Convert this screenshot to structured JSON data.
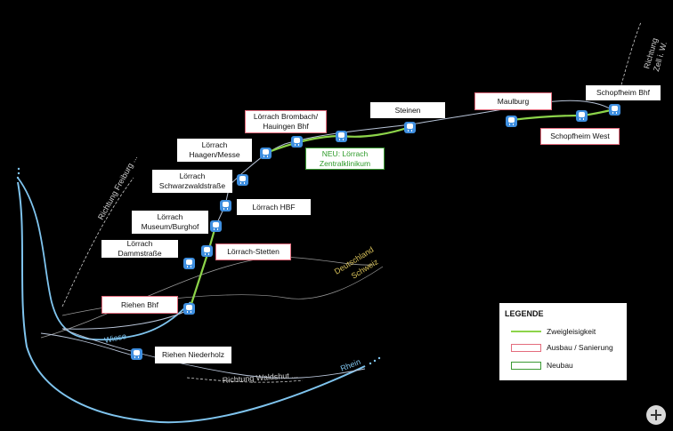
{
  "colors": {
    "background": "#000000",
    "river": "#7fc4ee",
    "rail": "#b8c4d8",
    "double_track": "#8dd44a",
    "expansion_border": "#e46c7d",
    "new_build_border": "#3a9a33",
    "station_icon": "#3f8fe0"
  },
  "labels": {
    "schopfheim_bhf": "Schopfheim Bhf",
    "maulburg": "Maulburg",
    "schopfheim_west": "Schopfheim West",
    "steinen": "Steinen",
    "brombach": "Lörrach Brombach/\nHauingen Bhf",
    "haagen": "Lörrach\nHaagen/Messe",
    "zentralklinikum": "NEU: Lörrach\nZentralklinikum",
    "schwarzwaldstrasse": "Lörrach\nSchwarzwaldstraße",
    "hbf": "Lörrach HBF",
    "museum": "Lörrach\nMuseum/Burghof",
    "dammstrasse": "Lörrach Dammstraße",
    "stetten": "Lörrach-Stetten",
    "riehen_bhf": "Riehen Bhf",
    "riehen_niederholz": "Riehen Niederholz"
  },
  "map_text": {
    "richtung_zell": "Richtung\nZell i. W.",
    "richtung_freiburg": "Richtung Freiburg ...",
    "richtung_waldshut": "Richtung Waldshut ...",
    "border_de": "Deutschland",
    "border_ch": "Schweiz",
    "river_wiese": "Wiese",
    "river_rhein": "Rhein"
  },
  "legend": {
    "title": "LEGENDE",
    "double_track": "Zweigleisigkeit",
    "expansion": "Ausbau / Sanierung",
    "new_build": "Neubau"
  }
}
